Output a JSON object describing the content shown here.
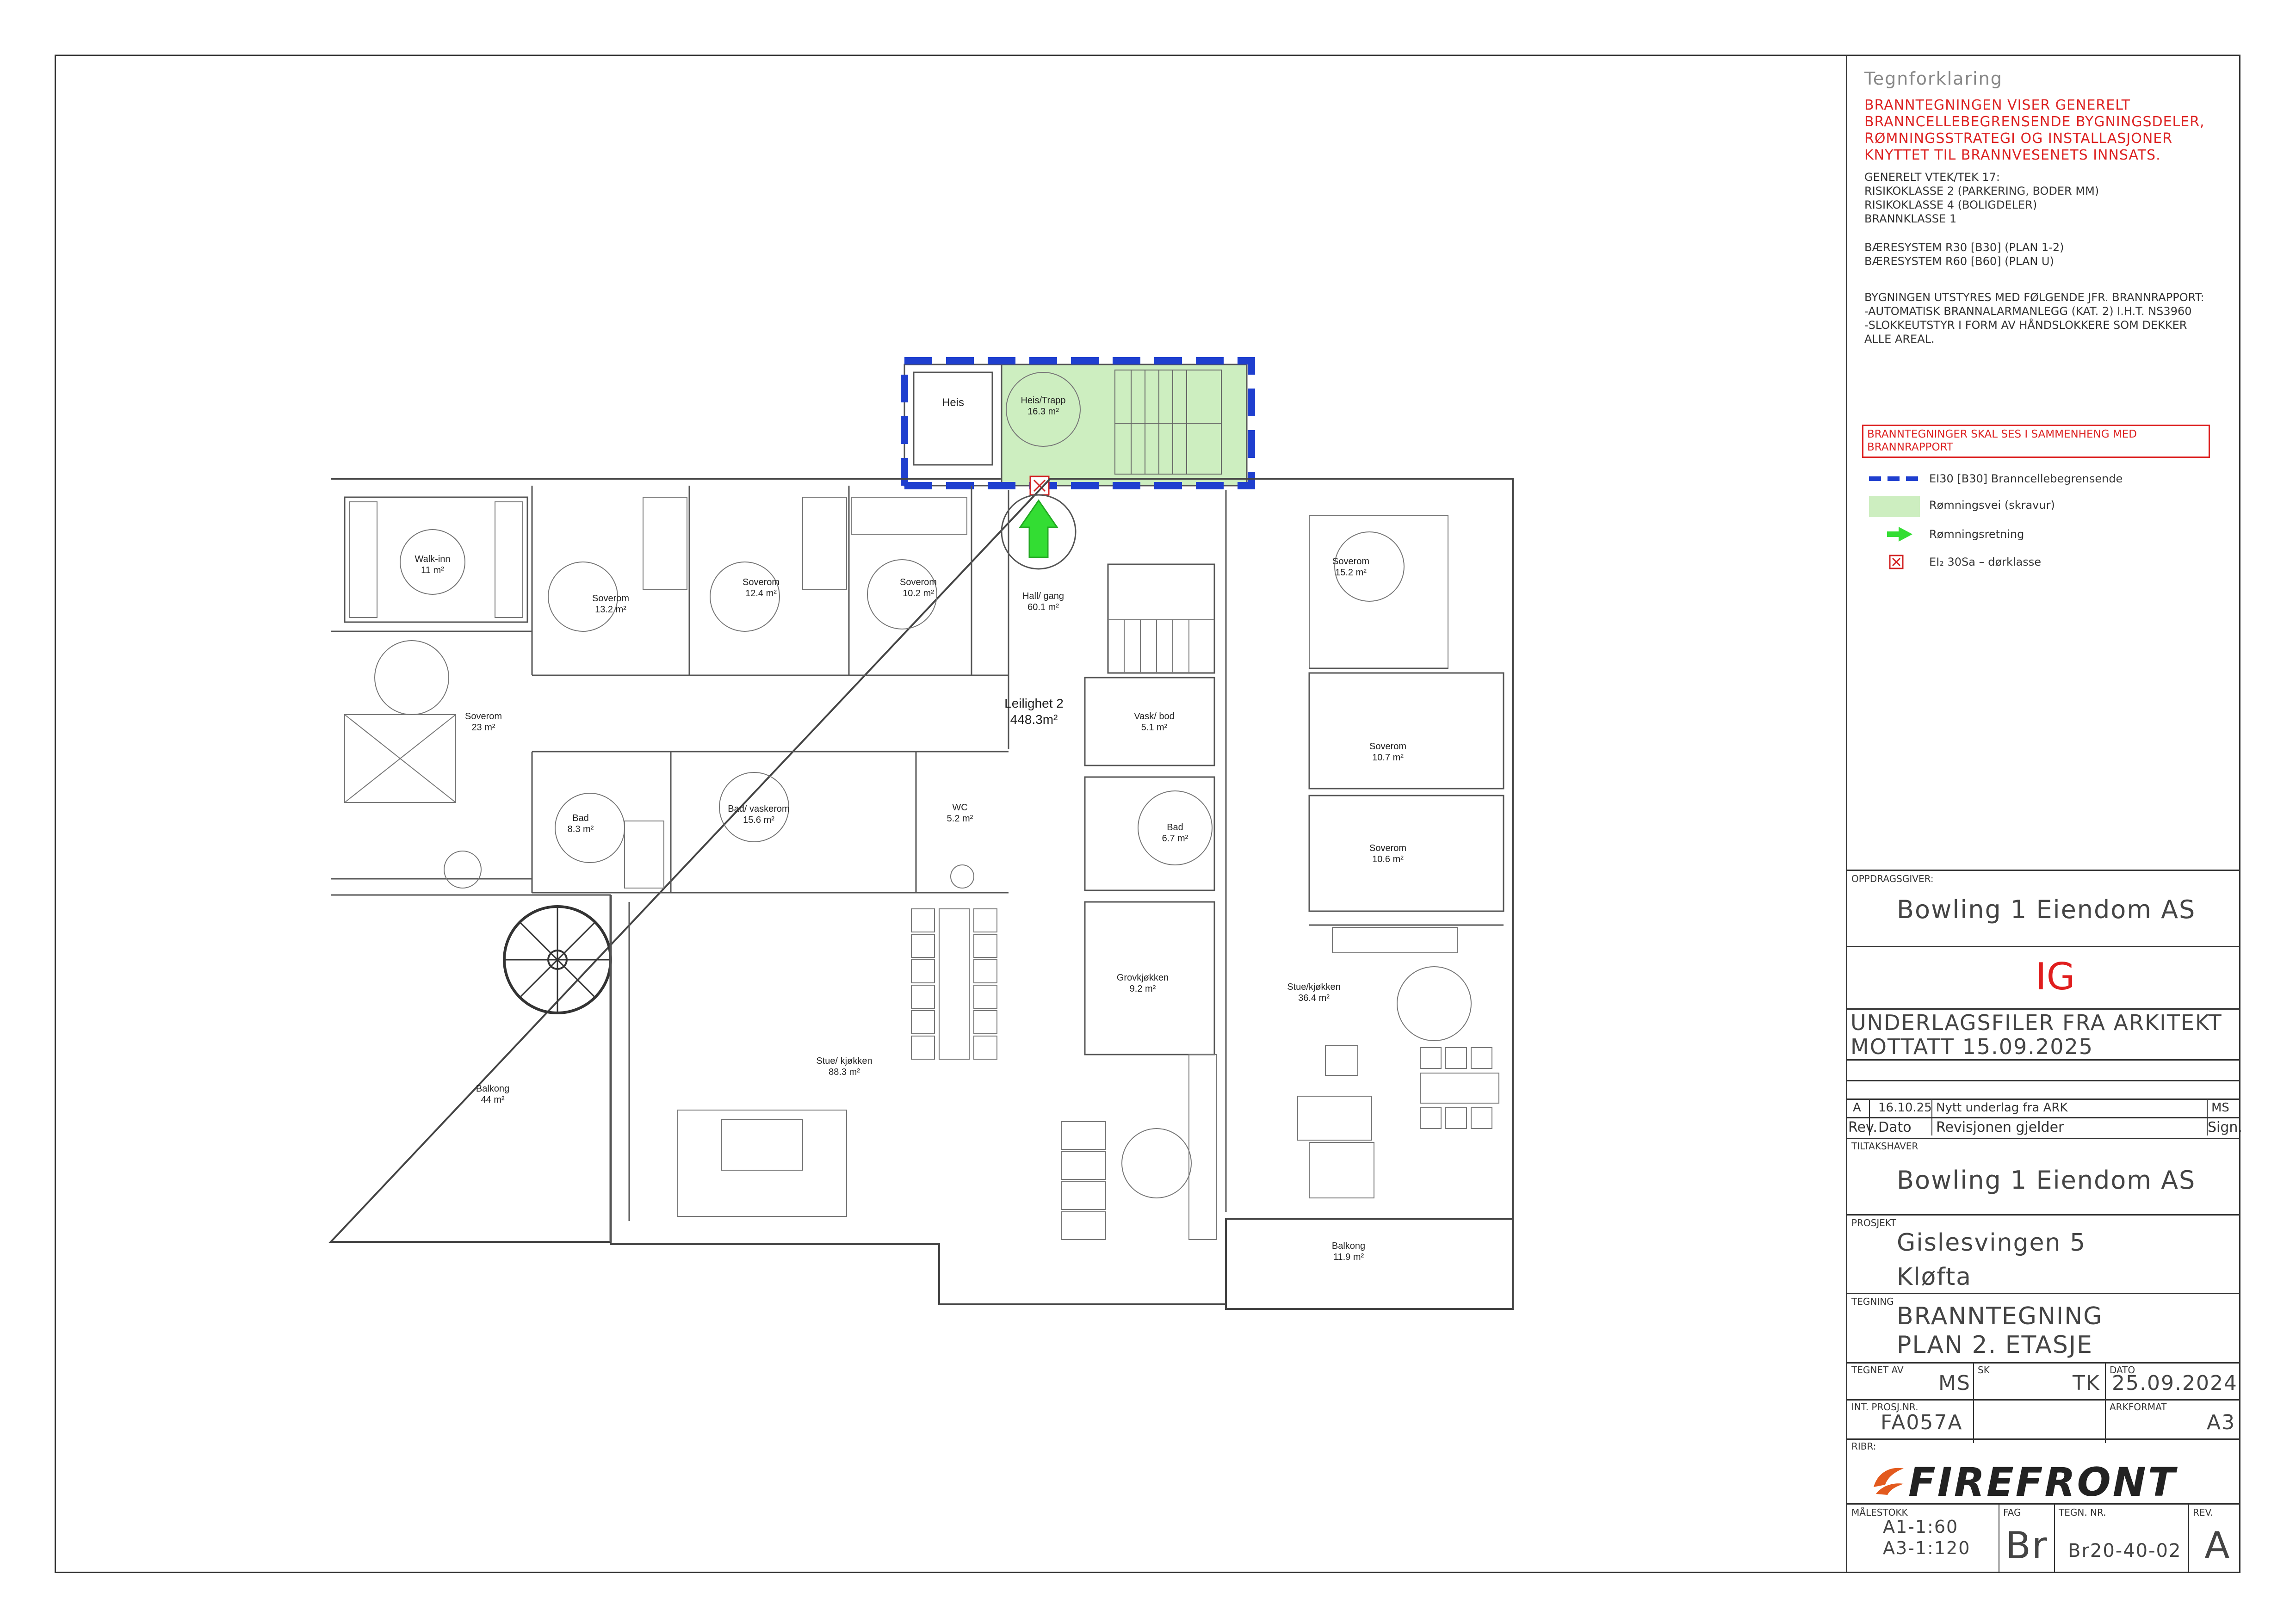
{
  "legend": {
    "title": "Tegnforklaring",
    "red_note": "BRANNTEGNINGEN VISER GENERELT BRANNCELLEBEGRENSENDE BYGNINGSDELER, RØMNINGSSTRATEGI OG INSTALLASJONER KNYTTET TIL BRANNVESENETS INNSATS.",
    "general": [
      "GENERELT VTEK/TEK 17:",
      "RISIKOKLASSE 2 (PARKERING, BODER MM)",
      "RISIKOKLASSE 4 (BOLIGDELER)",
      "BRANNKLASSE 1"
    ],
    "bearing": [
      "BÆRESYSTEM R30 [B30] (PLAN 1-2)",
      "BÆRESYSTEM R60 [B60] (PLAN U)"
    ],
    "equipment": [
      "BYGNINGEN UTSTYRES MED FØLGENDE JFR. BRANNRAPPORT:",
      "-AUTOMATISK BRANNALARMANLEGG (KAT. 2) I.H.T. NS3960",
      "-SLOKKEUTSTYR I FORM AV HÅNDSLOKKERE SOM DEKKER",
      "ALLE AREAL."
    ],
    "boxed_note": "BRANNTEGNINGER SKAL SES I SAMMENHENG MED BRANNRAPPORT",
    "items": [
      {
        "symbol": "dashed-blue-line",
        "label": "EI30 [B30] Branncellebegrensende"
      },
      {
        "symbol": "green-fill",
        "label": "Rømningsvei (skravur)"
      },
      {
        "symbol": "green-arrow",
        "label": "Rømningsretning"
      },
      {
        "symbol": "red-x-box",
        "label": "EI₂ 30Sa – dørklasse"
      }
    ],
    "colors": {
      "fire_line": "#1f3fcf",
      "escape_fill": "#cdeec0",
      "escape_arrow": "#33dd33",
      "red": "#d22222"
    }
  },
  "title_block": {
    "client_label": "OPPDRAGSGIVER:",
    "client": "Bowling 1 Eiendom AS",
    "status": "IG",
    "underlag": [
      "UNDERLAGSFILER FRA ARKITEKT",
      "MOTTATT 15.09.2025"
    ],
    "revision_row": {
      "rev": "A",
      "date": "16.10.25",
      "desc": "Nytt underlag fra ARK",
      "sign": "MS"
    },
    "revision_header": {
      "rev": "Rev.",
      "date": "Dato",
      "desc": "Revisjonen gjelder",
      "sign": "Sign."
    },
    "builder_label": "TILTAKSHAVER",
    "builder": "Bowling 1 Eiendom AS",
    "project_label": "PROSJEKT",
    "project": [
      "Gislesvingen 5",
      "Kløfta"
    ],
    "drawing_label": "TEGNING",
    "drawing": [
      "BRANNTEGNING",
      "PLAN 2. ETASJE"
    ],
    "drawn_by_label": "TEGNET AV",
    "drawn_by": "MS",
    "checked_label": "SK",
    "checked": "TK",
    "date_label": "DATO",
    "date": "25.09.2024",
    "proj_no_label": "INT. PROSJ.NR.",
    "proj_no": "FA057A",
    "format_label": "ARKFORMAT",
    "format": "A3",
    "ribr_label": "RIBr:",
    "logo": "FIREFRONT",
    "scale_label": "MÅLESTOKK",
    "scale": [
      "A1-1:60",
      "A3-1:120"
    ],
    "fag_label": "FAG",
    "fag": "Br",
    "drawing_no_label": "TEGN. NR.",
    "drawing_no": "Br20-40-02",
    "rev_label": "REV.",
    "rev": "A"
  },
  "plan": {
    "apartment": {
      "name": "Leilighet 2",
      "area": "448.3m²"
    },
    "rooms": [
      {
        "name": "Heis",
        "area": ""
      },
      {
        "name": "Heis/Trapp",
        "area": "16.3 m²"
      },
      {
        "name": "Walk-inn",
        "area": "11 m²"
      },
      {
        "name": "Soverom",
        "area": "13.2 m²"
      },
      {
        "name": "Soverom",
        "area": "12.4 m²"
      },
      {
        "name": "Soverom",
        "area": "10.2 m²"
      },
      {
        "name": "Hall/ gang",
        "area": "60.1 m²"
      },
      {
        "name": "Soverom",
        "area": "15.2 m²"
      },
      {
        "name": "Soverom",
        "area": "23 m²"
      },
      {
        "name": "Vask/ bod",
        "area": "5.1 m²"
      },
      {
        "name": "Soverom",
        "area": "10.7 m²"
      },
      {
        "name": "Bad",
        "area": "8.3 m²"
      },
      {
        "name": "Bad/ vaskerom",
        "area": "15.6 m²"
      },
      {
        "name": "WC",
        "area": "5.2 m²"
      },
      {
        "name": "Bad",
        "area": "6.7 m²"
      },
      {
        "name": "Soverom",
        "area": "10.6 m²"
      },
      {
        "name": "Grovkjøkken",
        "area": "9.2 m²"
      },
      {
        "name": "Stue/kjøkken",
        "area": "36.4 m²"
      },
      {
        "name": "Balkong",
        "area": "44 m²"
      },
      {
        "name": "Stue/ kjøkken",
        "area": "88.3 m²"
      },
      {
        "name": "Balkong",
        "area": "11.9 m²"
      }
    ]
  }
}
